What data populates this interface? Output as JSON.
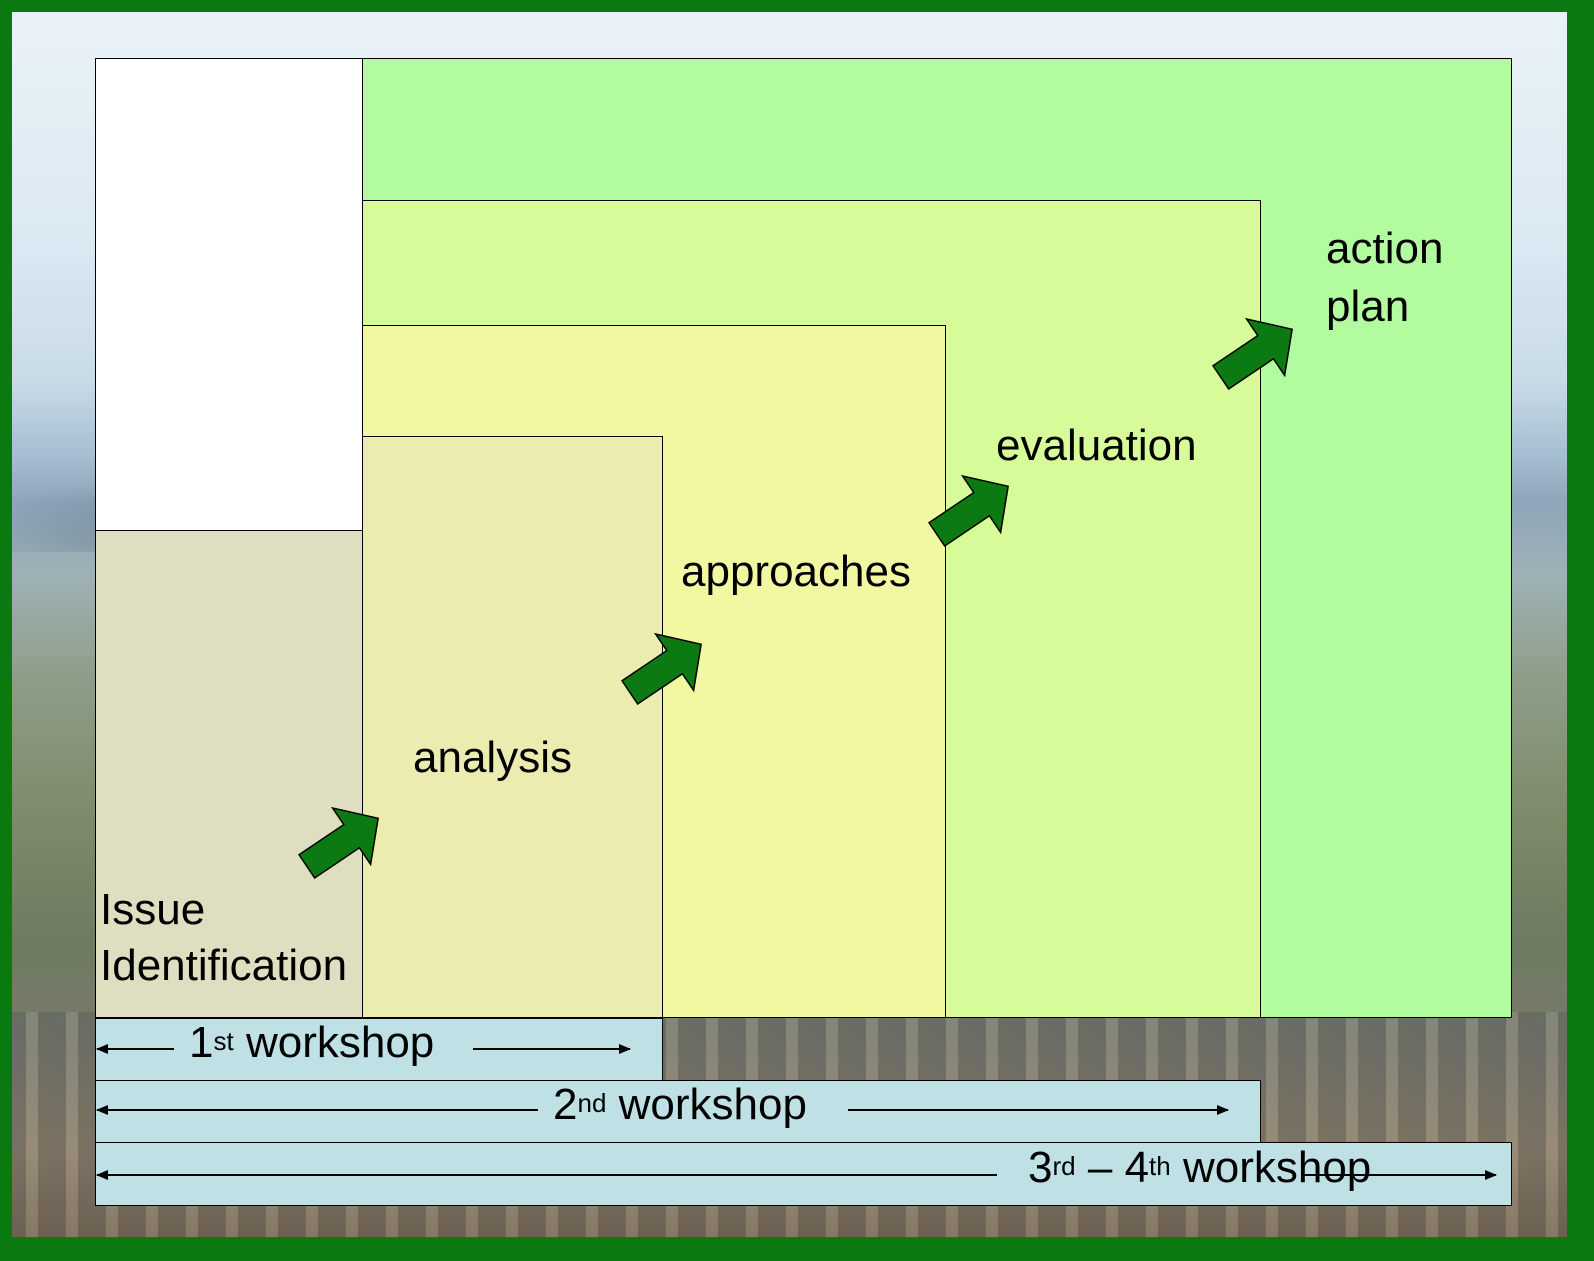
{
  "stages": [
    {
      "key": "issue",
      "line1": "Issue",
      "line2": "Identification"
    },
    {
      "key": "analysis",
      "label": "analysis"
    },
    {
      "key": "approaches",
      "label": "approaches"
    },
    {
      "key": "evaluation",
      "label": "evaluation"
    },
    {
      "key": "action",
      "line1": "action",
      "line2": "plan"
    }
  ],
  "workshops": [
    {
      "num": "1",
      "suffix": "st",
      "text": "workshop"
    },
    {
      "num": "2",
      "suffix": "nd",
      "text": "workshop"
    },
    {
      "num": "3",
      "suffix": "rd",
      "sep": "–",
      "num2": "4",
      "suffix2": "th",
      "text": "workshop"
    }
  ],
  "colors": {
    "frame_border": "#0a7a10",
    "issue_fill": "#dedec0",
    "analysis_fill": "#ececb0",
    "approaches_fill": "#f2f7a2",
    "evaluation_fill": "#d7fb98",
    "action_fill": "#b3fb9f",
    "workshop_fill": "#bfe1e6",
    "arrow_fill": "#0c7a12"
  }
}
